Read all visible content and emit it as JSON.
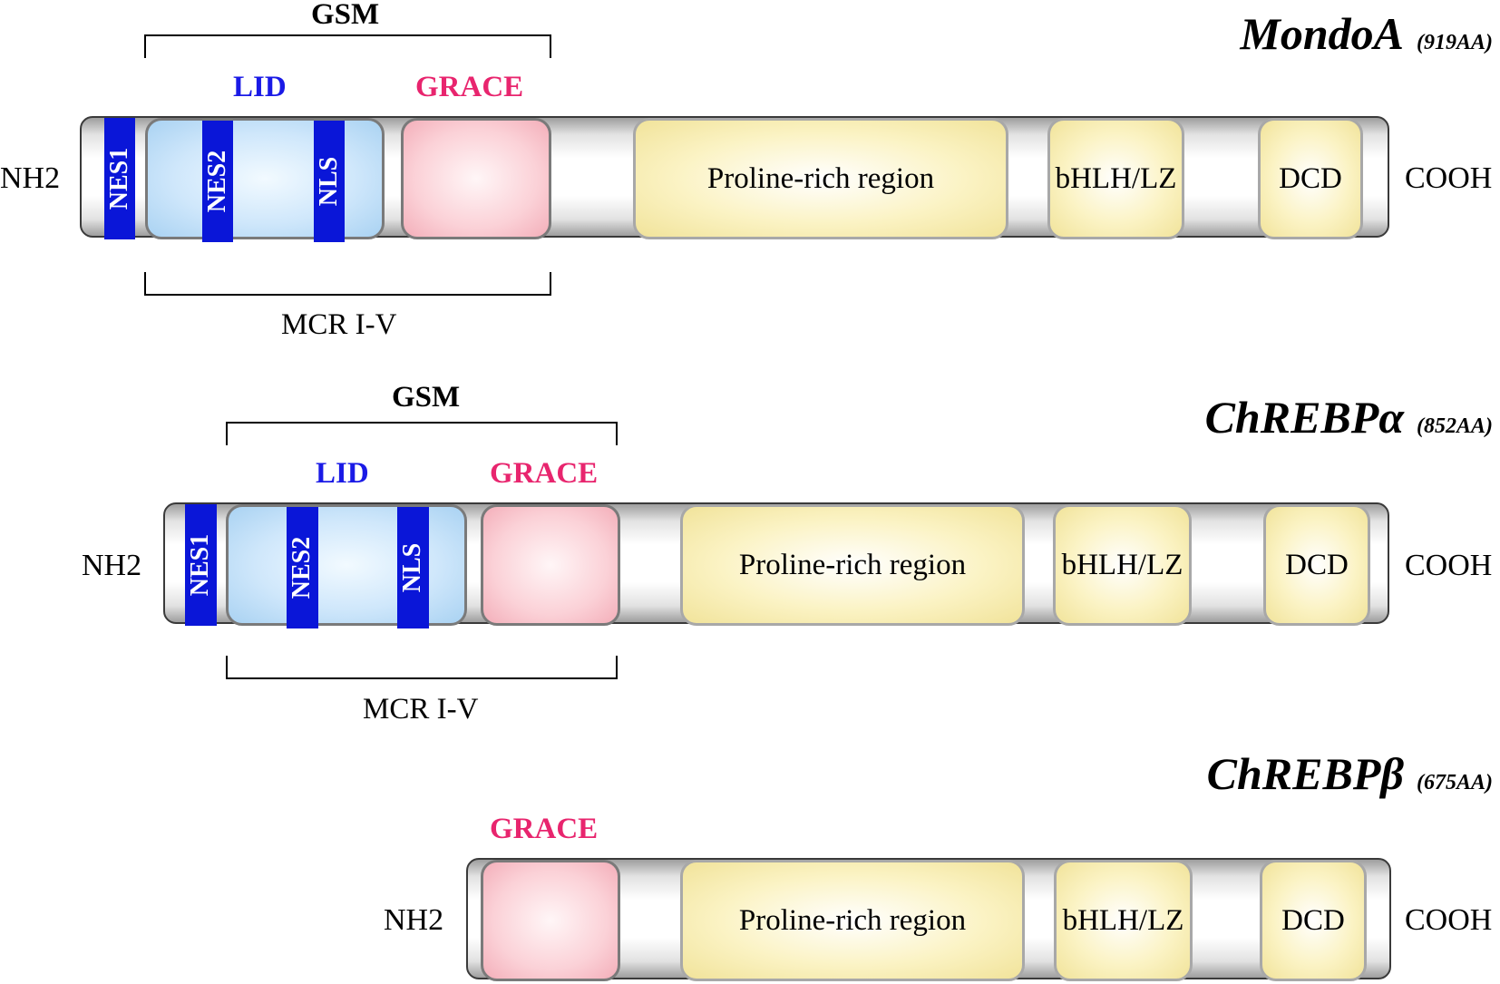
{
  "proteins": [
    {
      "name": "MondoA",
      "length": "(919AA)",
      "n_term": "NH2",
      "c_term": "COOH",
      "gsm": "GSM",
      "lid": "LID",
      "grace": "GRACE",
      "nes1": "NES1",
      "nes2": "NES2",
      "nls": "NLS",
      "proline": "Proline-rich region",
      "bhlh": "bHLH/LZ",
      "dcd": "DCD",
      "mcr": "MCR I-V"
    },
    {
      "name": "ChREBPα",
      "length": "(852AA)",
      "n_term": "NH2",
      "c_term": "COOH",
      "gsm": "GSM",
      "lid": "LID",
      "grace": "GRACE",
      "nes1": "NES1",
      "nes2": "NES2",
      "nls": "NLS",
      "proline": "Proline-rich region",
      "bhlh": "bHLH/LZ",
      "dcd": "DCD",
      "mcr": "MCR I-V"
    },
    {
      "name": "ChREBPβ",
      "length": "(675AA)",
      "n_term": "NH2",
      "c_term": "COOH",
      "grace": "GRACE",
      "proline": "Proline-rich region",
      "bhlh": "bHLH/LZ",
      "dcd": "DCD"
    }
  ],
  "colors": {
    "motif_blue": "#0a16d8",
    "lid_label": "#1a1ae6",
    "grace_label": "#e8256e",
    "lid_domain": "#cfe7fb",
    "grace_domain": "#fbd1d7",
    "yellow_domain": "#fbf3c4"
  }
}
